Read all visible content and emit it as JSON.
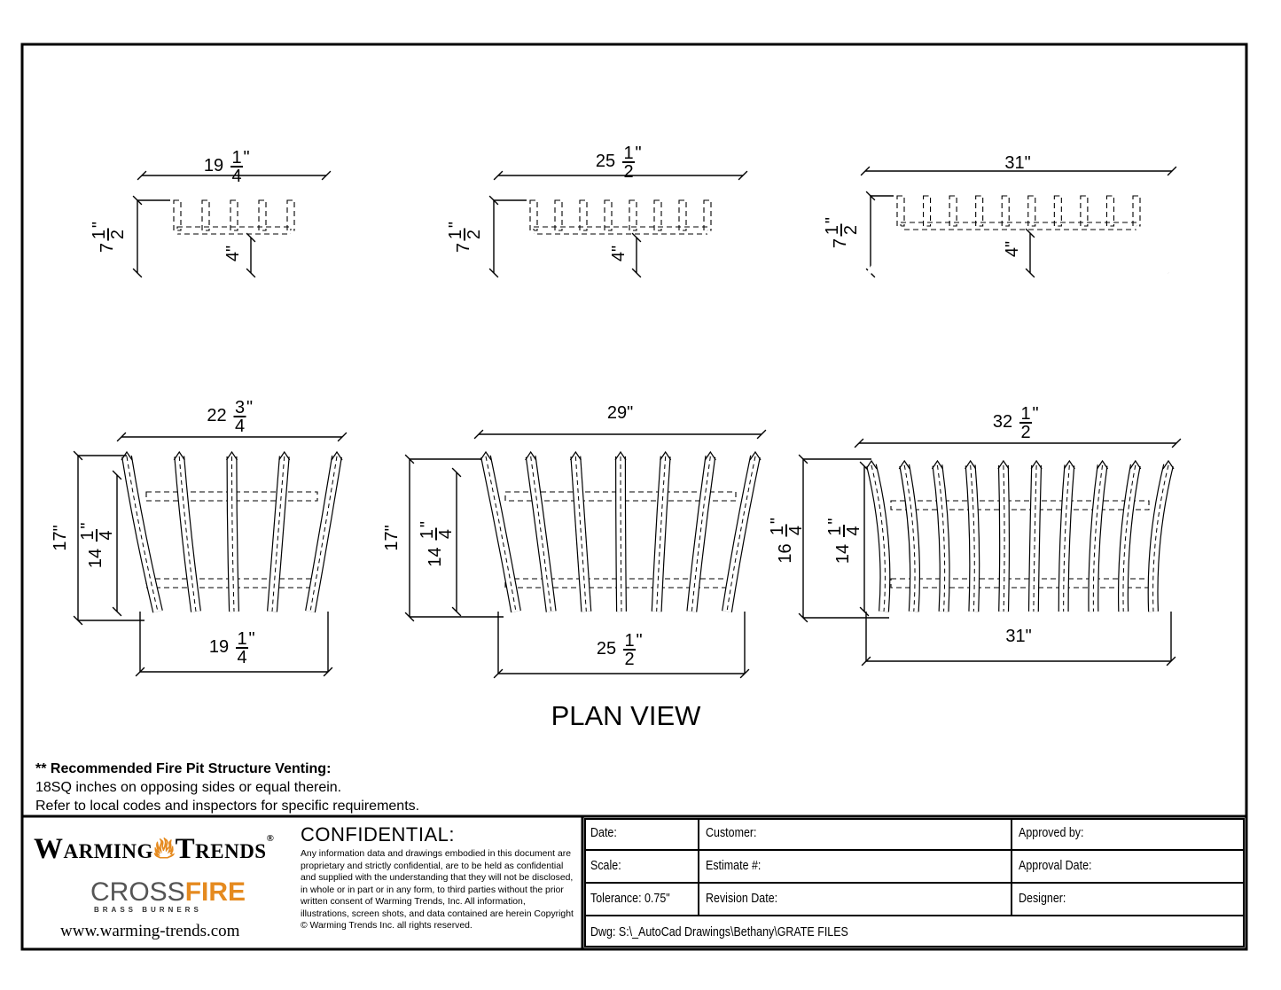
{
  "title": "PLAN VIEW",
  "side_views": [
    {
      "width": "19",
      "width_frac": [
        "1",
        "4"
      ],
      "height": "7",
      "height_frac": [
        "1",
        "2"
      ],
      "leg": "4\""
    },
    {
      "width": "25",
      "width_frac": [
        "1",
        "2"
      ],
      "height": "7",
      "height_frac": [
        "1",
        "2"
      ],
      "leg": "4\""
    },
    {
      "width": "31\"",
      "width_frac": null,
      "height": "7",
      "height_frac": [
        "1",
        "2"
      ],
      "leg": "4\""
    }
  ],
  "plan_views": [
    {
      "top": "22",
      "top_frac": [
        "3",
        "4"
      ],
      "outer_depth": "17\"",
      "inner_depth": "14",
      "inner_frac": [
        "1",
        "4"
      ],
      "bottom": "19",
      "bottom_frac": [
        "1",
        "4"
      ]
    },
    {
      "top": "29\"",
      "top_frac": null,
      "outer_depth": "17\"",
      "inner_depth": "14",
      "inner_frac": [
        "1",
        "4"
      ],
      "bottom": "25",
      "bottom_frac": [
        "1",
        "2"
      ]
    },
    {
      "top": "32",
      "top_frac": [
        "1",
        "2"
      ],
      "outer_depth": "16",
      "outer_frac": [
        "1",
        "4"
      ],
      "inner_depth": "14",
      "inner_frac": [
        "1",
        "4"
      ],
      "bottom": "31\"",
      "bottom_frac": null
    }
  ],
  "venting": {
    "heading": "** Recommended Fire Pit Structure Venting:",
    "line1": "18SQ inches on opposing sides or equal therein.",
    "line2": "Refer to local codes and inspectors for specific requirements."
  },
  "brand": {
    "name_part1": "Warming",
    "name_part2": "Trends",
    "sub_brand_a": "CROSS",
    "sub_brand_b": "FIRE",
    "sub_tagline": "BRASS BURNERS",
    "website": "www.warming-trends.com",
    "accent_color": "#e58a1f"
  },
  "confidential": {
    "title": "CONFIDENTIAL:",
    "body": "Any information data and drawings embodied in this document are proprietary and strictly confidential, are to be held as confidential and supplied with the understanding that they will not be disclosed, in whole or in part or in any form, to third parties without the prior written consent of Warming Trends, Inc. All information, illustrations, screen shots, and data contained are herein Copyright © Warming Trends Inc. all rights reserved."
  },
  "title_block": {
    "date": "Date:",
    "scale": "Scale:",
    "tolerance": "Tolerance: 0.75\"",
    "customer": "Customer:",
    "estimate": "Estimate #:",
    "revision": "Revision Date:",
    "approved_by": "Approved by:",
    "approval_date": "Approval Date:",
    "designer": "Designer:",
    "dwg": "Dwg:  S:\\_AutoCad Drawings\\Bethany\\GRATE FILES"
  }
}
